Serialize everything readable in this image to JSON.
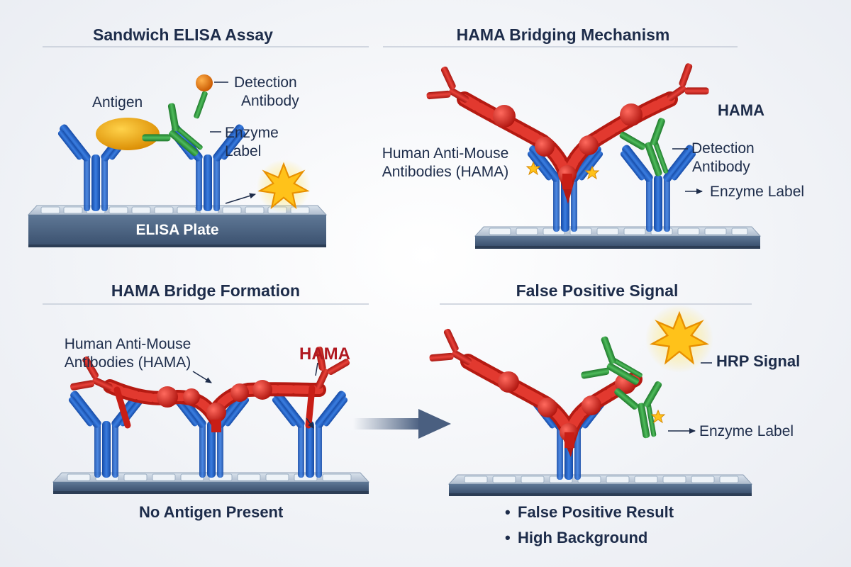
{
  "panels": {
    "sandwich": {
      "title": "Sandwich ELISA Assay",
      "antigen_label": "Antigen",
      "detection_label_1": "Detection",
      "detection_label_2": "Antibody",
      "enzyme_label_1": "Enzyme",
      "enzyme_label_2": "Label",
      "plate_label": "ELISA Plate"
    },
    "bridging": {
      "title": "HAMA Bridging Mechanism",
      "hama_label": "HAMA",
      "human_anti_1": "Human Anti-Mouse",
      "human_anti_2": "Antibodies (HAMA)",
      "detection_label_1": "Detection",
      "detection_label_2": "Antibody",
      "enzyme_label": "Enzyme Label"
    },
    "bridge_formation": {
      "title": "HAMA Bridge Formation",
      "human_anti_1": "Human Anti-Mouse",
      "human_anti_2": "Antibodies (HAMA)",
      "hama_label": "HAMA",
      "caption": "No Antigen Present"
    },
    "false_positive": {
      "title": "False Positive Signal",
      "hrp_label": "HRP Signal",
      "enzyme_label": "Enzyme Label",
      "bullets": [
        "False Positive Result",
        "High Background"
      ],
      "bullet_mark": "•"
    }
  },
  "colors": {
    "capture_antibody": "#1f5fc8",
    "hama": "#d42a22",
    "detection_antibody": "#2f9a3e",
    "antigen": "#f0a800",
    "plate": "#506680",
    "text": "#1d2c4a"
  }
}
